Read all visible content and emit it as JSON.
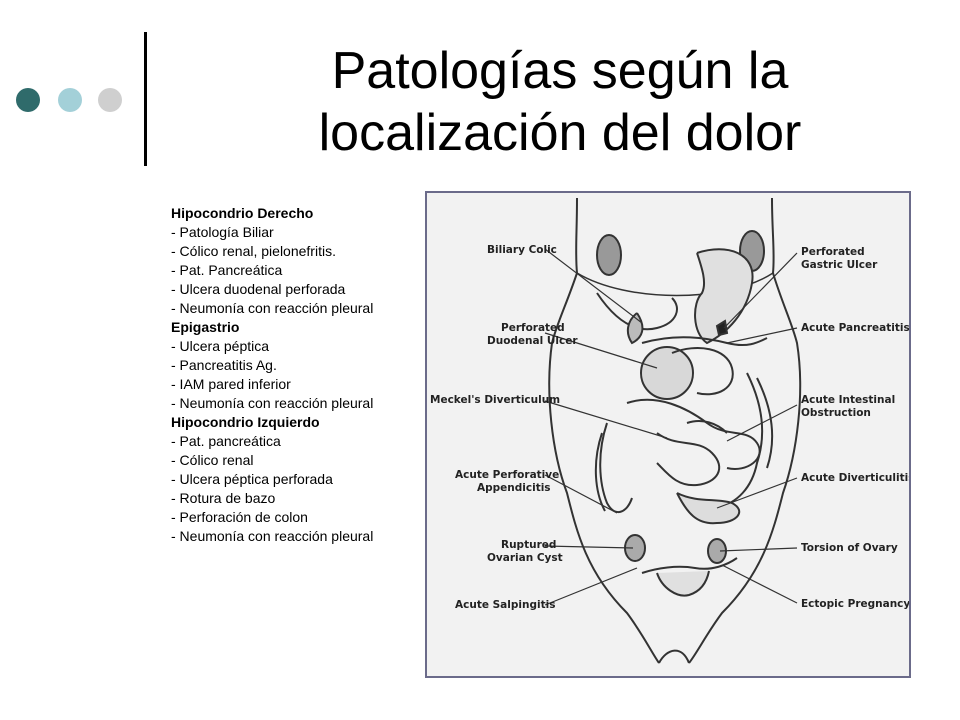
{
  "slide": {
    "title_line1": "Patologías según la",
    "title_line2": "localización del dolor",
    "colors": {
      "dot1": "#2f6b6b",
      "dot2": "#a3d0d8",
      "dot3": "#cfcfcf"
    }
  },
  "notes": [
    {
      "type": "head",
      "text": "Hipocondrio Derecho"
    },
    {
      "type": "item",
      "text": "- Patología Biliar"
    },
    {
      "type": "item",
      "text": "- Cólico renal, pielonefritis."
    },
    {
      "type": "item",
      "text": "- Pat. Pancreática"
    },
    {
      "type": "item",
      "text": "- Ulcera duodenal perforada"
    },
    {
      "type": "item",
      "text": "- Neumonía con reacción pleural"
    },
    {
      "type": "head",
      "text": "Epigastrio"
    },
    {
      "type": "item",
      "text": "- Ulcera péptica"
    },
    {
      "type": "item",
      "text": "- Pancreatitis Ag."
    },
    {
      "type": "item",
      "text": "- IAM pared inferior"
    },
    {
      "type": "item",
      "text": "- Neumonía con reacción pleural"
    },
    {
      "type": "head",
      "text": "Hipocondrio Izquierdo"
    },
    {
      "type": "item",
      "text": "- Pat. pancreática"
    },
    {
      "type": "item",
      "text": "- Cólico renal"
    },
    {
      "type": "item",
      "text": "- Ulcera péptica perforada"
    },
    {
      "type": "item",
      "text": "- Rotura de bazo"
    },
    {
      "type": "item",
      "text": "- Perforación de colon"
    },
    {
      "type": "item",
      "text": "- Neumonía con reacción pleural"
    }
  ],
  "figure": {
    "left_labels": {
      "biliary": "Biliary Colic",
      "duodenal1": "Perforated",
      "duodenal2": "Duodenal Ulcer",
      "meckel": "Meckel's Diverticulum",
      "append1": "Acute Perforative",
      "append2": "Appendicitis",
      "ovarian1": "Ruptured",
      "ovarian2": "Ovarian Cyst",
      "salping": "Acute Salpingitis"
    },
    "right_labels": {
      "gastric1": "Perforated",
      "gastric2": "Gastric Ulcer",
      "pancreat": "Acute Pancreatitis",
      "obstruct1": "Acute Intestinal",
      "obstruct2": "Obstruction",
      "divert": "Acute Diverticulitis",
      "torsion": "Torsion of Ovary",
      "ectopic": "Ectopic Pregnancy"
    }
  }
}
